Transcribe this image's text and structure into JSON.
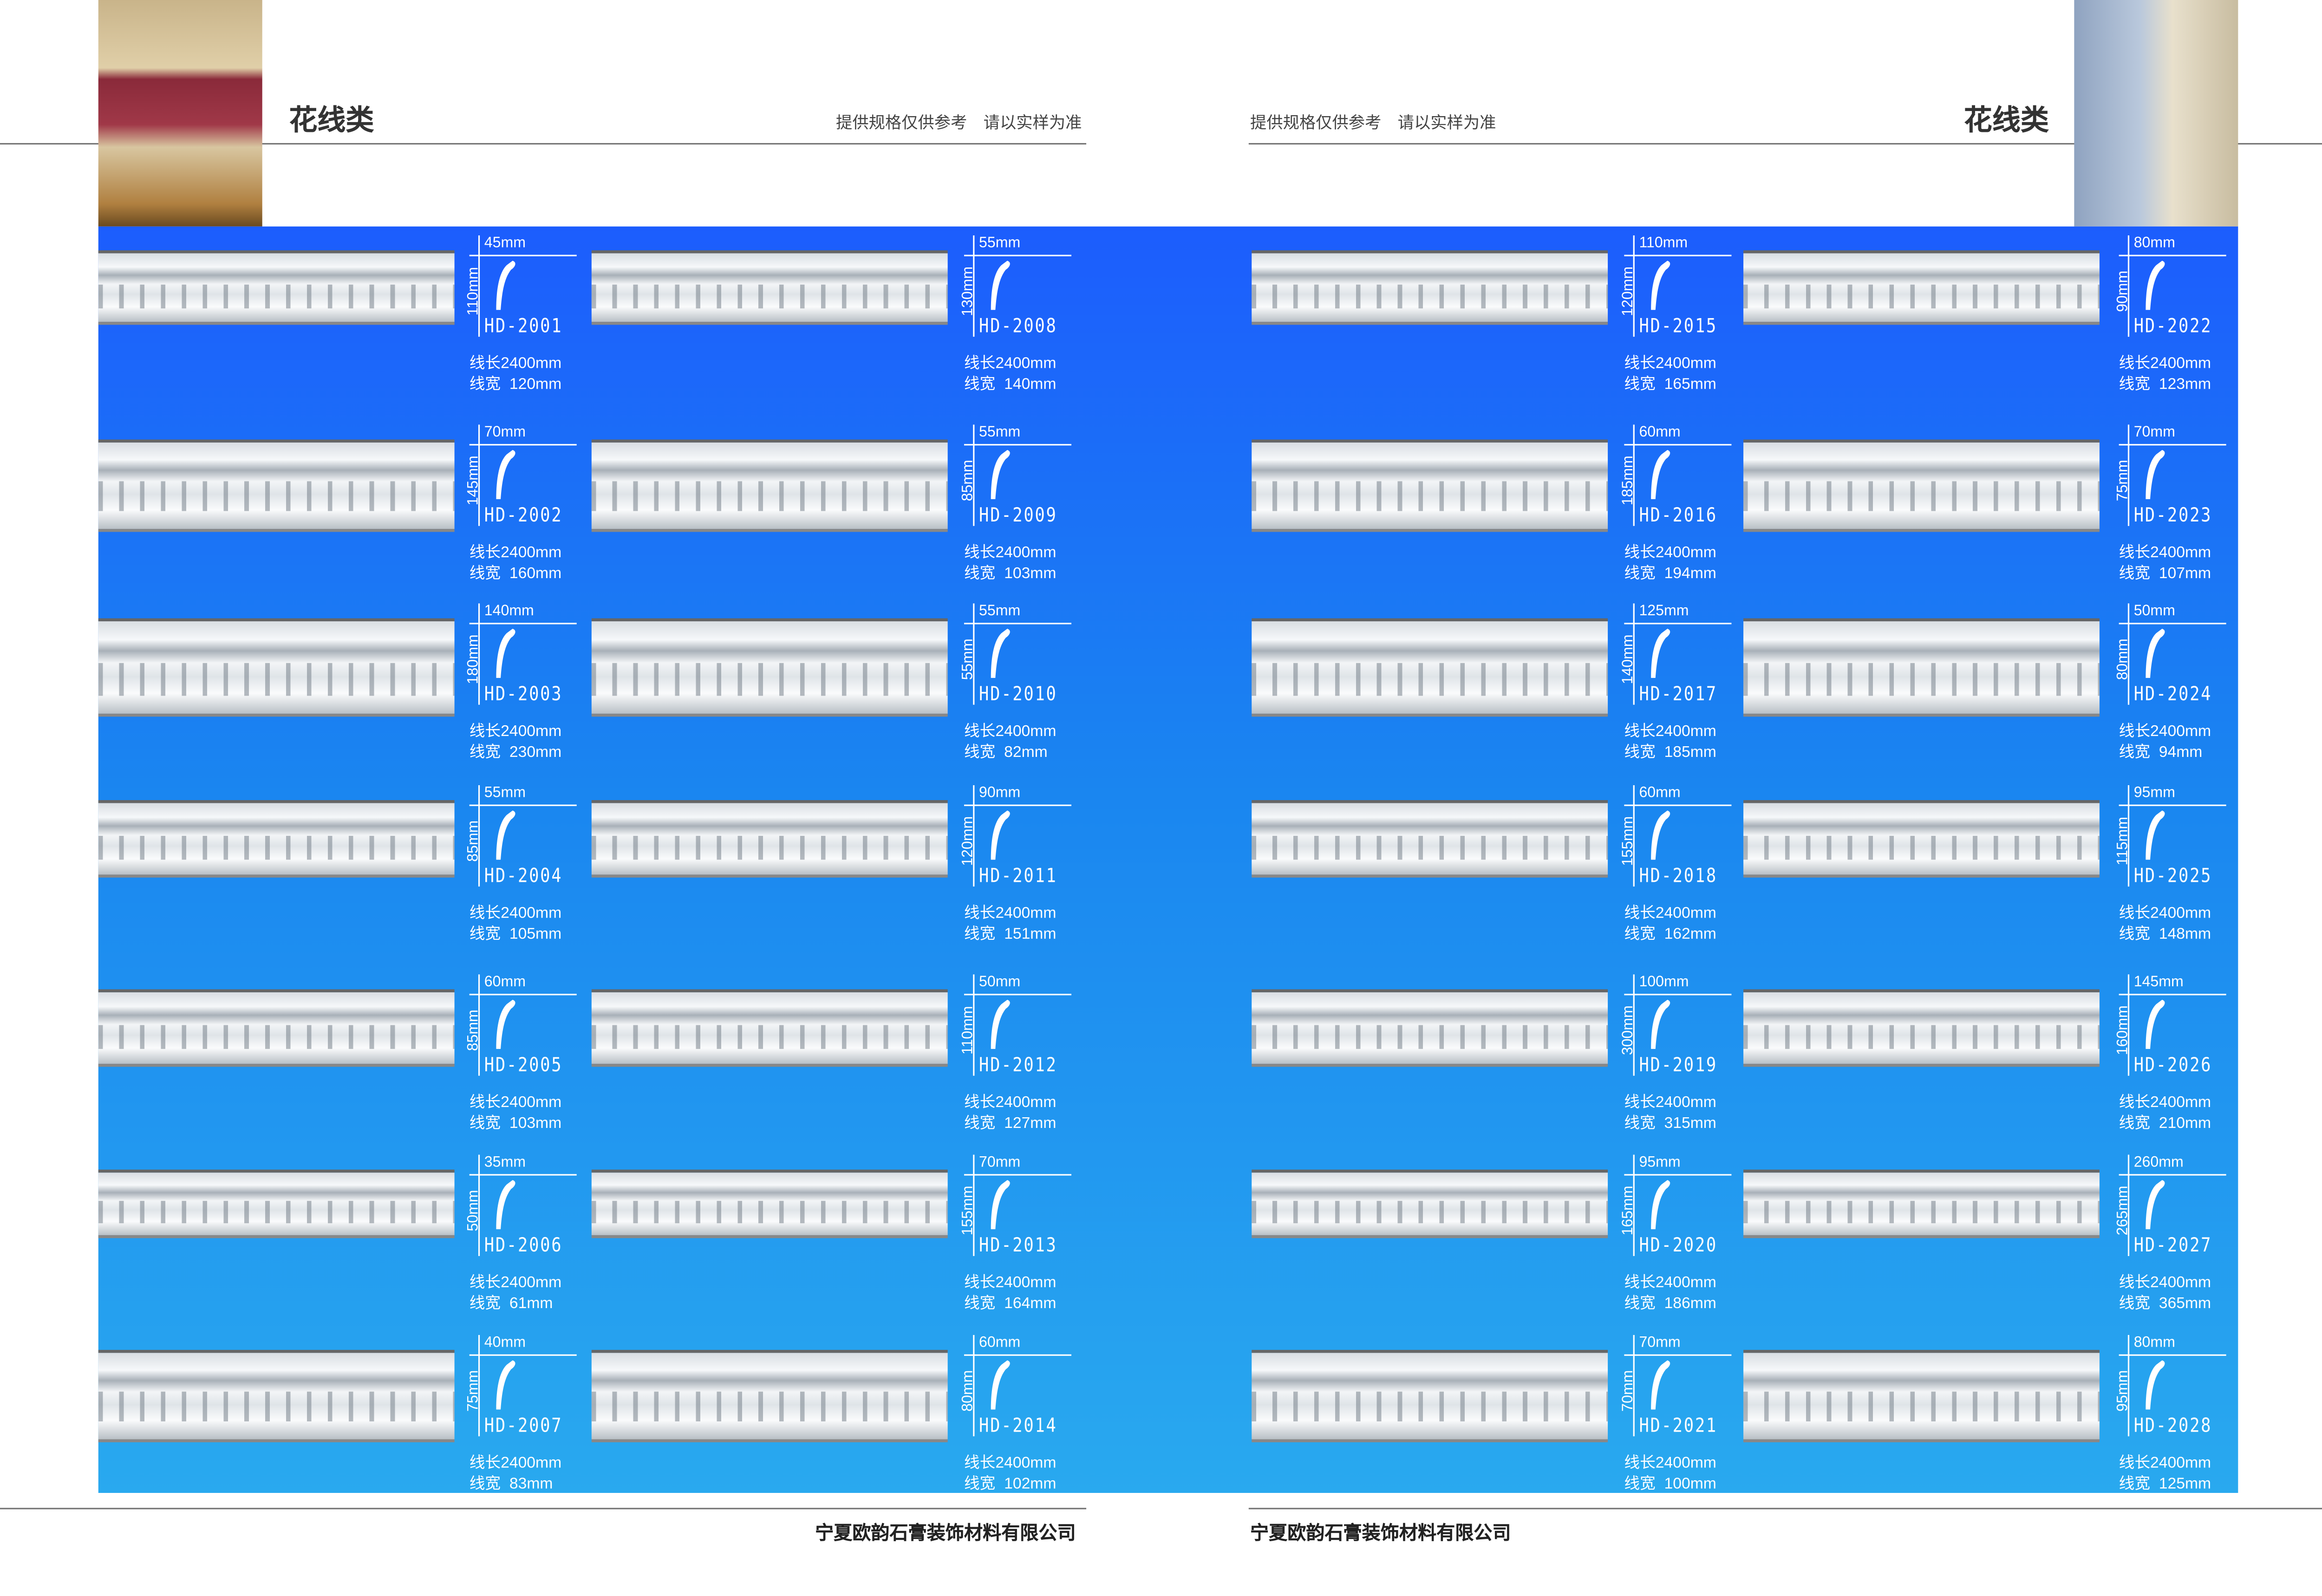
{
  "header": {
    "left_title": "花线类",
    "right_title": "花线类",
    "notice": "提供规格仅供参考　请以实样为准"
  },
  "footer": {
    "company": "宁夏欧韵石膏装饰材料有限公司"
  },
  "labels": {
    "length": "线长",
    "width": "线宽"
  },
  "colors": {
    "blue_top": "#1c5dfd",
    "blue_bottom": "#29a9ef"
  },
  "columns": [
    {
      "items": [
        {
          "code": "HD-2001",
          "w": "45mm",
          "h": "110mm",
          "length": "2400mm",
          "width": "120mm"
        },
        {
          "code": "HD-2002",
          "w": "70mm",
          "h": "145mm",
          "length": "2400mm",
          "width": "160mm"
        },
        {
          "code": "HD-2003",
          "w": "140mm",
          "h": "180mm",
          "length": "2400mm",
          "width": "230mm"
        },
        {
          "code": "HD-2004",
          "w": "55mm",
          "h": "85mm",
          "length": "2400mm",
          "width": "105mm"
        },
        {
          "code": "HD-2005",
          "w": "60mm",
          "h": "85mm",
          "length": "2400mm",
          "width": "103mm"
        },
        {
          "code": "HD-2006",
          "w": "35mm",
          "h": "50mm",
          "length": "2400mm",
          "width": "61mm"
        },
        {
          "code": "HD-2007",
          "w": "40mm",
          "h": "75mm",
          "length": "2400mm",
          "width": "83mm"
        }
      ]
    },
    {
      "items": [
        {
          "code": "HD-2008",
          "w": "55mm",
          "h": "130mm",
          "length": "2400mm",
          "width": "140mm"
        },
        {
          "code": "HD-2009",
          "w": "55mm",
          "h": "85mm",
          "length": "2400mm",
          "width": "103mm"
        },
        {
          "code": "HD-2010",
          "w": "55mm",
          "h": "55mm",
          "length": "2400mm",
          "width": "82mm"
        },
        {
          "code": "HD-2011",
          "w": "90mm",
          "h": "120mm",
          "length": "2400mm",
          "width": "151mm"
        },
        {
          "code": "HD-2012",
          "w": "50mm",
          "h": "110mm",
          "length": "2400mm",
          "width": "127mm"
        },
        {
          "code": "HD-2013",
          "w": "70mm",
          "h": "155mm",
          "length": "2400mm",
          "width": "164mm"
        },
        {
          "code": "HD-2014",
          "w": "60mm",
          "h": "80mm",
          "length": "2400mm",
          "width": "102mm"
        }
      ]
    },
    {
      "items": [
        {
          "code": "HD-2015",
          "w": "110mm",
          "h": "120mm",
          "length": "2400mm",
          "width": "165mm"
        },
        {
          "code": "HD-2016",
          "w": "60mm",
          "h": "185mm",
          "length": "2400mm",
          "width": "194mm"
        },
        {
          "code": "HD-2017",
          "w": "125mm",
          "h": "140mm",
          "length": "2400mm",
          "width": "185mm"
        },
        {
          "code": "HD-2018",
          "w": "60mm",
          "h": "155mm",
          "length": "2400mm",
          "width": "162mm"
        },
        {
          "code": "HD-2019",
          "w": "100mm",
          "h": "300mm",
          "length": "2400mm",
          "width": "315mm"
        },
        {
          "code": "HD-2020",
          "w": "95mm",
          "h": "165mm",
          "length": "2400mm",
          "width": "186mm"
        },
        {
          "code": "HD-2021",
          "w": "70mm",
          "h": "70mm",
          "length": "2400mm",
          "width": "100mm"
        }
      ]
    },
    {
      "items": [
        {
          "code": "HD-2022",
          "w": "80mm",
          "h": "90mm",
          "length": "2400mm",
          "width": "123mm"
        },
        {
          "code": "HD-2023",
          "w": "70mm",
          "h": "75mm",
          "length": "2400mm",
          "width": "107mm"
        },
        {
          "code": "HD-2024",
          "w": "50mm",
          "h": "80mm",
          "length": "2400mm",
          "width": "94mm"
        },
        {
          "code": "HD-2025",
          "w": "95mm",
          "h": "115mm",
          "length": "2400mm",
          "width": "148mm"
        },
        {
          "code": "HD-2026",
          "w": "145mm",
          "h": "160mm",
          "length": "2400mm",
          "width": "210mm"
        },
        {
          "code": "HD-2027",
          "w": "260mm",
          "h": "265mm",
          "length": "2400mm",
          "width": "365mm"
        },
        {
          "code": "HD-2028",
          "w": "80mm",
          "h": "95mm",
          "length": "2400mm",
          "width": "125mm"
        }
      ]
    }
  ]
}
